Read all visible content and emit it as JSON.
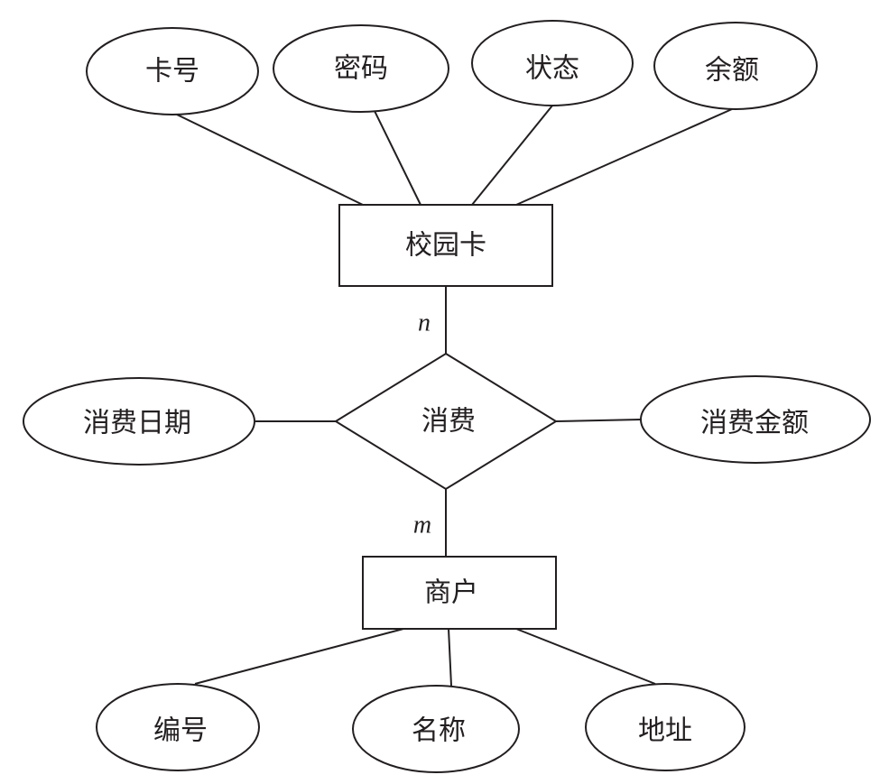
{
  "diagram": {
    "type": "entity-relationship",
    "entities": [
      {
        "id": "campus_card",
        "label": "校园卡"
      },
      {
        "id": "merchant",
        "label": "商户"
      }
    ],
    "relationships": [
      {
        "id": "consume",
        "label": "消费",
        "from": "campus_card",
        "to": "merchant",
        "from_cardinality": "n",
        "to_cardinality": "m"
      }
    ],
    "attributes": [
      {
        "id": "card_no",
        "label": "卡号",
        "owner": "campus_card"
      },
      {
        "id": "password",
        "label": "密码",
        "owner": "campus_card"
      },
      {
        "id": "status",
        "label": "状态",
        "owner": "campus_card"
      },
      {
        "id": "balance",
        "label": "余额",
        "owner": "campus_card"
      },
      {
        "id": "consume_date",
        "label": "消费日期",
        "owner": "consume"
      },
      {
        "id": "consume_amount",
        "label": "消费金额",
        "owner": "consume"
      },
      {
        "id": "merchant_no",
        "label": "编号",
        "owner": "merchant"
      },
      {
        "id": "merchant_name",
        "label": "名称",
        "owner": "merchant"
      },
      {
        "id": "merchant_addr",
        "label": "地址",
        "owner": "merchant"
      }
    ],
    "colors": {
      "stroke": "#231f20",
      "fill": "#ffffff",
      "text": "#231f20"
    }
  }
}
